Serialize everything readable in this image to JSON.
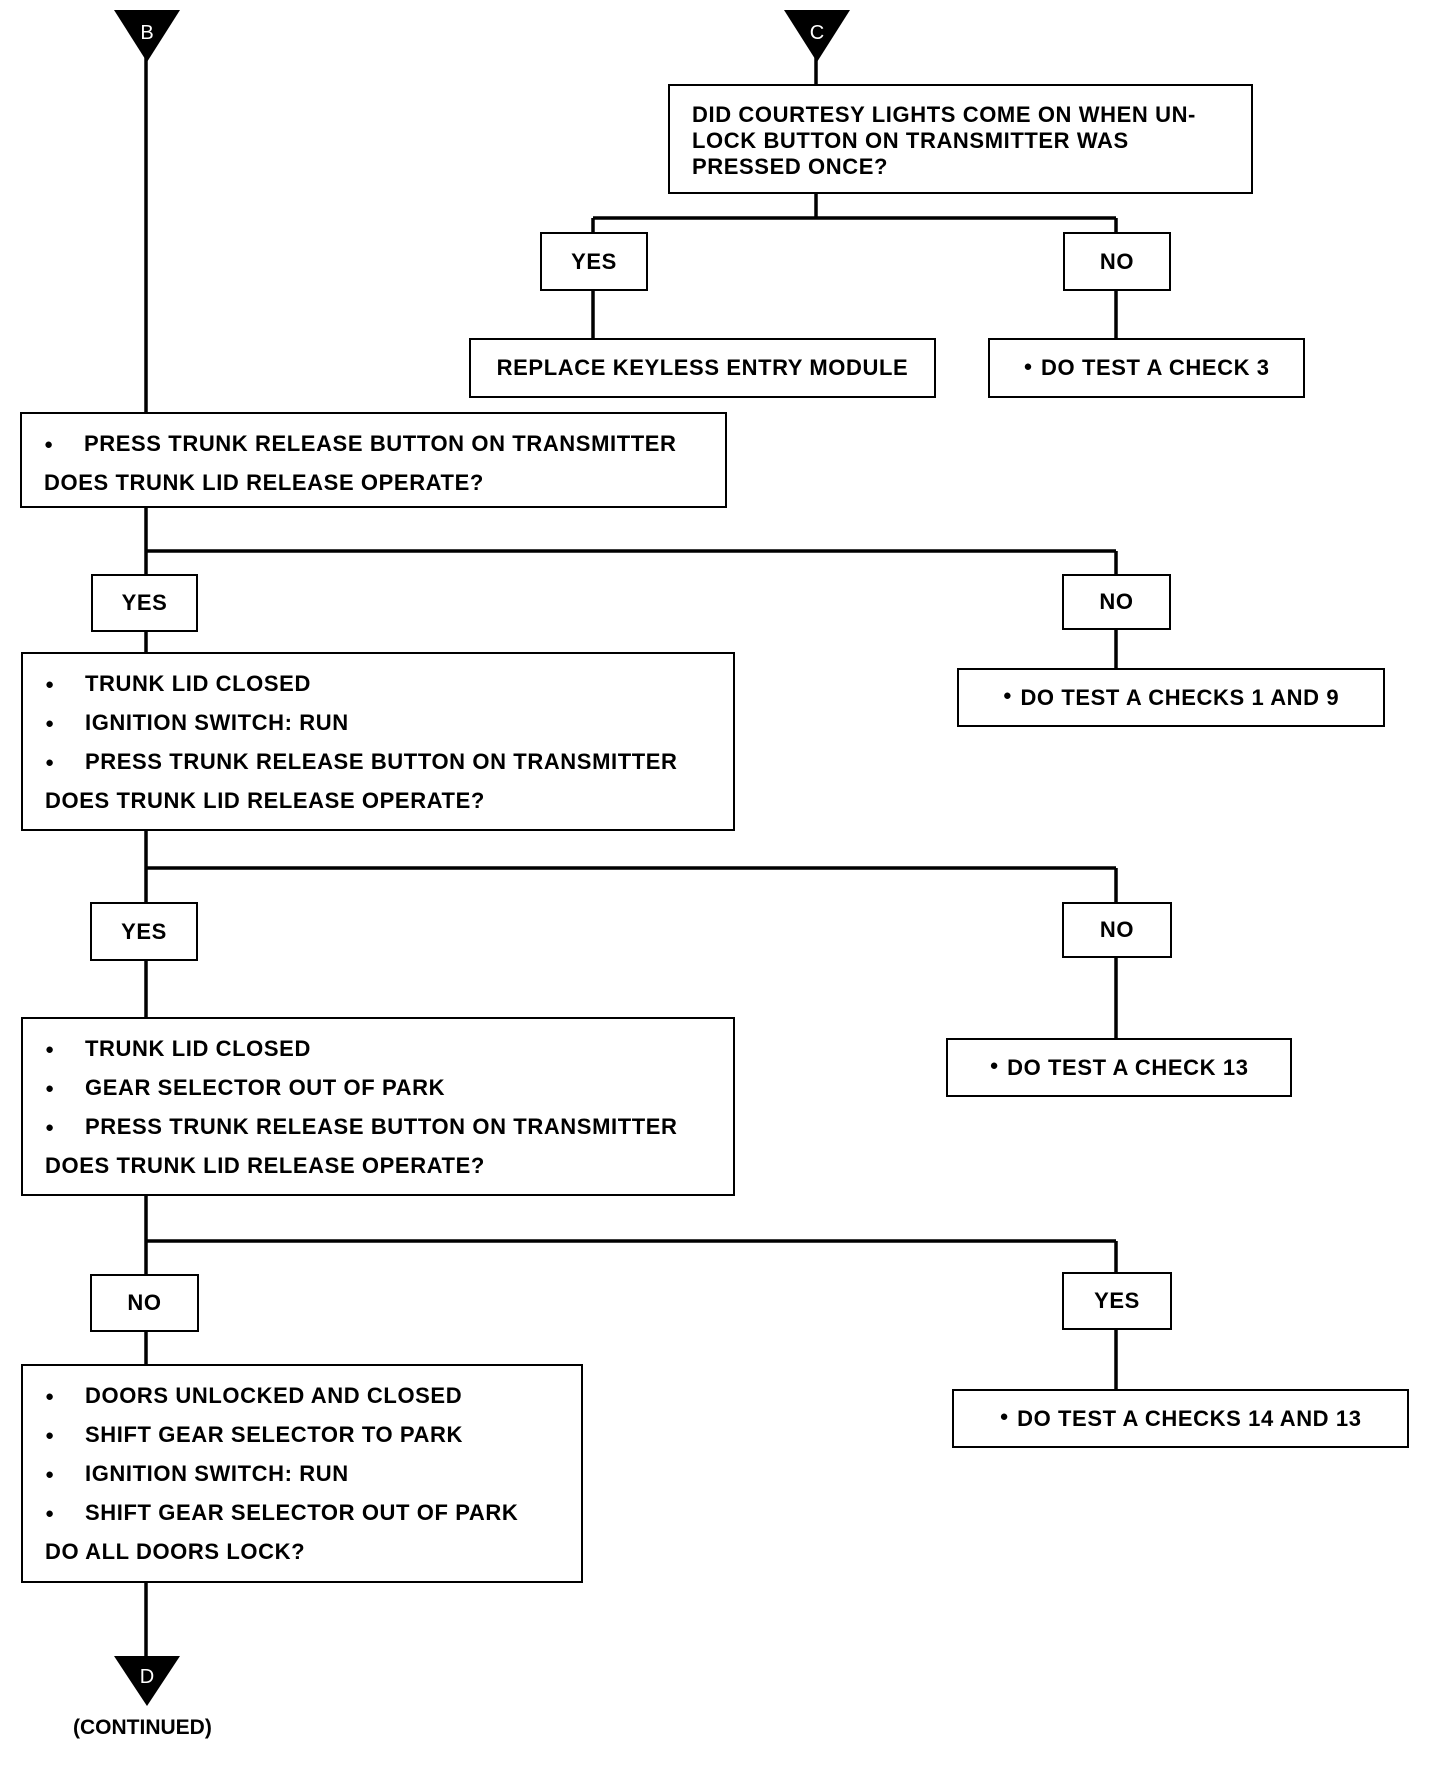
{
  "connectors": {
    "b": "B",
    "c": "C",
    "d": "D"
  },
  "c_question": {
    "lines": [
      "DID COURTESY LIGHTS COME ON WHEN UN-",
      "LOCK BUTTON ON TRANSMITTER WAS",
      "PRESSED ONCE?"
    ],
    "yes": "YES",
    "no": "NO",
    "yes_action": "REPLACE KEYLESS ENTRY MODULE",
    "no_action": "DO TEST A CHECK 3"
  },
  "step1": {
    "bullets": [
      "PRESS TRUNK RELEASE BUTTON ON TRANSMITTER"
    ],
    "question": "DOES TRUNK LID RELEASE OPERATE?",
    "yes": "YES",
    "no": "NO",
    "no_action": "DO TEST A CHECKS 1 AND 9"
  },
  "step2": {
    "bullets": [
      "TRUNK LID CLOSED",
      "IGNITION SWITCH: RUN",
      "PRESS TRUNK RELEASE BUTTON ON TRANSMITTER"
    ],
    "question": "DOES TRUNK LID RELEASE OPERATE?",
    "yes": "YES",
    "no": "NO",
    "no_action": "DO TEST A CHECK 13"
  },
  "step3": {
    "bullets": [
      "TRUNK LID CLOSED",
      "GEAR SELECTOR OUT OF PARK",
      "PRESS TRUNK RELEASE BUTTON ON TRANSMITTER"
    ],
    "question": "DOES TRUNK LID RELEASE OPERATE?",
    "no": "NO",
    "yes": "YES",
    "yes_action": "DO TEST A CHECKS 14 AND 13"
  },
  "step4": {
    "bullets": [
      "DOORS UNLOCKED AND CLOSED",
      "SHIFT GEAR SELECTOR TO PARK",
      "IGNITION SWITCH: RUN",
      "SHIFT GEAR SELECTOR OUT OF PARK"
    ],
    "question": "DO ALL DOORS LOCK?"
  },
  "continued": "(CONTINUED)"
}
